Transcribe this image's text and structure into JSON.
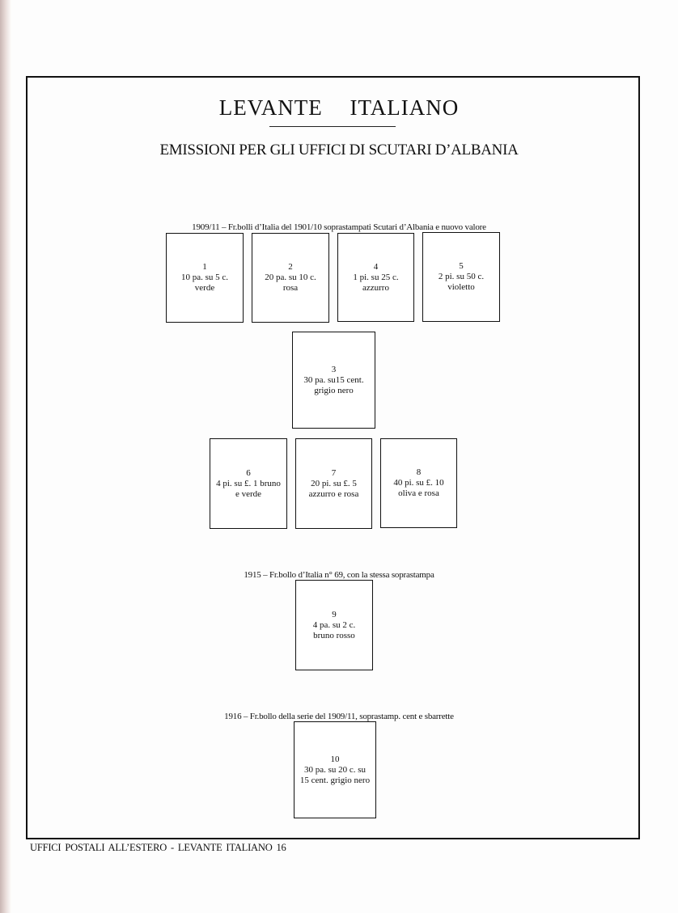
{
  "page": {
    "title": "LEVANTE ITALIANO",
    "subtitle": "EMISSIONI PER GLI UFFICI DI SCUTARI D’ALBANIA",
    "footer": "UFFICI POSTALI ALL’ESTERO - LEVANTE ITALIANO 16"
  },
  "sections": [
    {
      "caption": "1909/11 – Fr.bolli d’Italia del 1901/10 soprastampati Scutari d’Albania e nuovo valore",
      "stamps": [
        {
          "number": "1",
          "line1": "10 pa. su 5 c.",
          "line2": "verde"
        },
        {
          "number": "2",
          "line1": "20 pa. su 10 c.",
          "line2": "rosa"
        },
        {
          "number": "4",
          "line1": "1 pi. su 25 c.",
          "line2": "azzurro"
        },
        {
          "number": "5",
          "line1": "2 pi. su 50 c.",
          "line2": "violetto"
        },
        {
          "number": "3",
          "line1": "30 pa. su15 cent.",
          "line2": "grigio nero"
        },
        {
          "number": "6",
          "line1": "4 pi. su £. 1 bruno",
          "line2": "e verde"
        },
        {
          "number": "7",
          "line1": "20 pi. su £. 5",
          "line2": "azzurro e rosa"
        },
        {
          "number": "8",
          "line1": "40 pi. su £. 10",
          "line2": "oliva e rosa"
        }
      ]
    },
    {
      "caption": "1915 – Fr.bollo d’Italia n° 69, con la stessa soprastampa",
      "stamps": [
        {
          "number": "9",
          "line1": "4 pa. su 2 c.",
          "line2": "bruno rosso"
        }
      ]
    },
    {
      "caption": "1916 – Fr.bollo della serie del 1909/11,  soprastamp. cent e sbarrette",
      "stamps": [
        {
          "number": "10",
          "line1": "30 pa. su 20 c. su",
          "line2": "15 cent. grigio nero"
        }
      ]
    }
  ]
}
